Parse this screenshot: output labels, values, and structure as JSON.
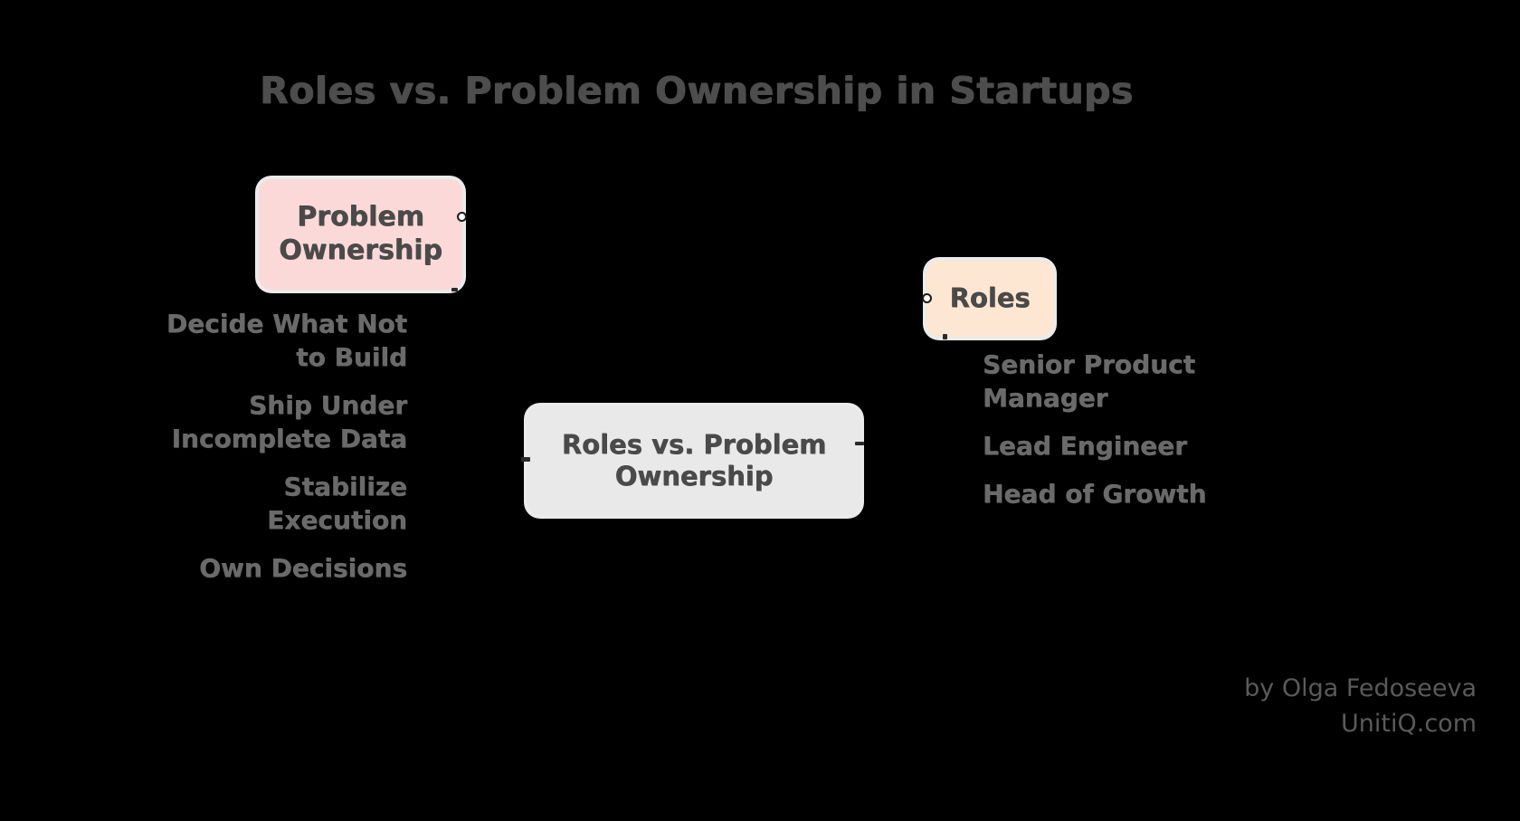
{
  "board": {
    "background_color": "#000000",
    "title": "Roles vs. Problem Ownership in Startups",
    "title_color": "#4d4d4d"
  },
  "nodes": [
    {
      "id": "problem-ownership",
      "label": "Problem Ownership",
      "color": "#fcd9d9",
      "text_color": "#4a4a4a",
      "position": "left"
    },
    {
      "id": "center-root",
      "label": "Roles vs. Problem Ownership",
      "color": "#e9e9e9",
      "text_color": "#4a4a4a",
      "position": "center"
    },
    {
      "id": "roles",
      "label": "Roles",
      "color": "#fde7d2",
      "text_color": "#4a4a4a",
      "position": "right"
    }
  ],
  "branches": {
    "problem_ownership": {
      "parent": "Problem Ownership",
      "align": "right",
      "items": [
        "Decide What Not to Build",
        "Ship Under Incomplete Data",
        "Stabilize Execution",
        "Own Decisions"
      ]
    },
    "roles": {
      "parent": "Roles",
      "align": "left",
      "items": [
        "Senior Product Manager",
        "Lead Engineer",
        "Head of Growth"
      ]
    }
  },
  "credit": {
    "author_line": "by Olga Fedoseeva",
    "site_line": "UnitiQ.com",
    "color": "#5a5a5a"
  }
}
